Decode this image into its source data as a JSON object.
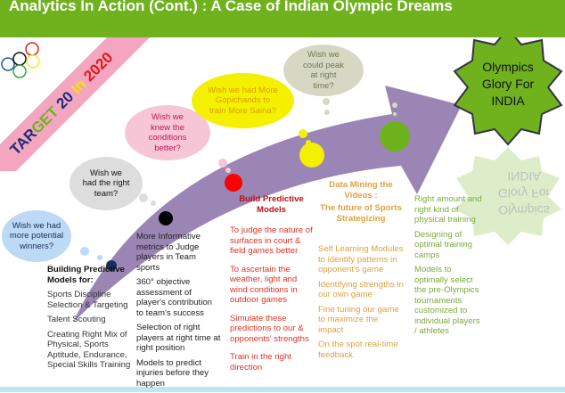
{
  "title": "Analytics In Action (Cont.)  : A Case of Indian Olympic Dreams",
  "banner": {
    "w1": "TAR",
    "w2": "GET",
    "w3": "20",
    "w4": "In",
    "w5": "2020"
  },
  "goal": {
    "line1": "Olympics",
    "line2": "Glory For",
    "line3": "INDIA"
  },
  "clouds": [
    "Wish we had more potential winners?",
    "Wish we had the right team?",
    "Wish we knew the conditions better?",
    "Wish we had More Gopichands to train More Saina?",
    "Wish we could peak at right time?"
  ],
  "col1": {
    "heading": "Building Predictive Models for:",
    "items": [
      "Sports Discipline Selection & Targeting",
      "Talent Scouting",
      "Creating Right Mix of Physical, Sports Aptitude, Endurance, Special Skills Training"
    ]
  },
  "col2": {
    "items": [
      "More Informative metrics  to Judge players in Team sports",
      "360° objective assessment of player's contribution to team's success",
      "Selection of right players at right time at right position",
      "Models to predict injuries before they happen"
    ]
  },
  "col3": {
    "heading": "Build Predictive Models",
    "items": [
      "To judge the nature of surfaces in court & field games better",
      "To ascertain the weather, light and wind conditions in outdoor games",
      "Simulate these predictions to our & opponents' strengths",
      "Train in the right direction"
    ]
  },
  "col4": {
    "heading1": "Data Mining the Videos :",
    "heading2": "The future of Sports Strategizing",
    "items": [
      "Self Learning Modules  to identify patterns  in opponent's game",
      "Identifying  strengths in  our own game",
      "Fine tuning our game to maximize the impact",
      "On the spot real-time feedback"
    ]
  },
  "col5": {
    "items": [
      "Right amount and right kind of physical training",
      "Designing of optimal training camps",
      "Models to optimally select  the pre-Olympics tournaments customized to individual players / athletes"
    ]
  },
  "colors": {
    "header": "#6fb21e",
    "arrow": "#9b85b5",
    "star": "#6fb21e"
  }
}
